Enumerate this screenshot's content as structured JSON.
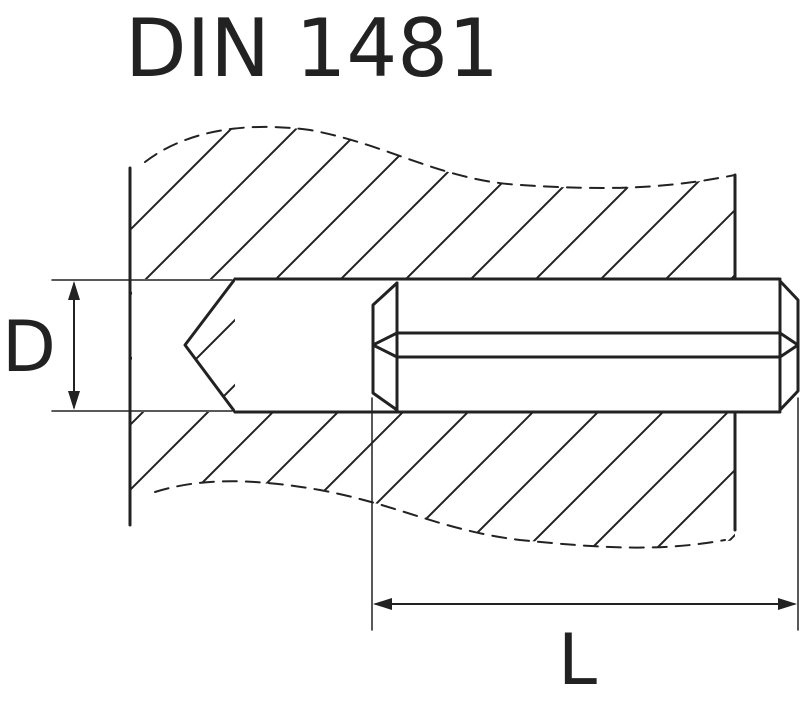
{
  "title": "DIN 1481",
  "dimensions": {
    "diameter_label": "D",
    "length_label": "L"
  },
  "colors": {
    "line": "#222222",
    "background": "#ffffff"
  }
}
